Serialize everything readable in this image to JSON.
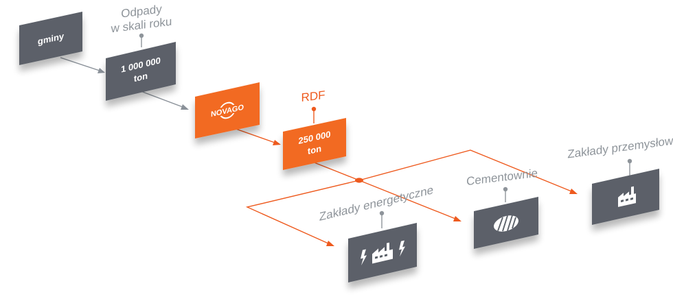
{
  "colors": {
    "box_gray": "#5b6169",
    "box_orange": "#f26a21",
    "arrow_gray": "#8a9199",
    "arrow_orange": "#ee5a1e",
    "label_gray": "#8e949a",
    "label_orange": "#ee5a1e"
  },
  "nodes": {
    "gminy": {
      "label": "gminy"
    },
    "waste": {
      "caption_line1": "Odpady",
      "caption_line2": "w skali roku",
      "value_line1": "1 000 000",
      "value_line2": "ton"
    },
    "novago": {
      "logo_text": "NOVAGO"
    },
    "rdf": {
      "caption": "RDF",
      "value_line1": "250 000",
      "value_line2": "ton"
    },
    "energy": {
      "caption": "Zakłady energetyczne",
      "icon": "power-plant-icon"
    },
    "cement": {
      "caption": "Cementownie",
      "icon": "cement-icon"
    },
    "industry": {
      "caption": "Zakłady przemysłowe",
      "icon": "factory-icon"
    }
  }
}
